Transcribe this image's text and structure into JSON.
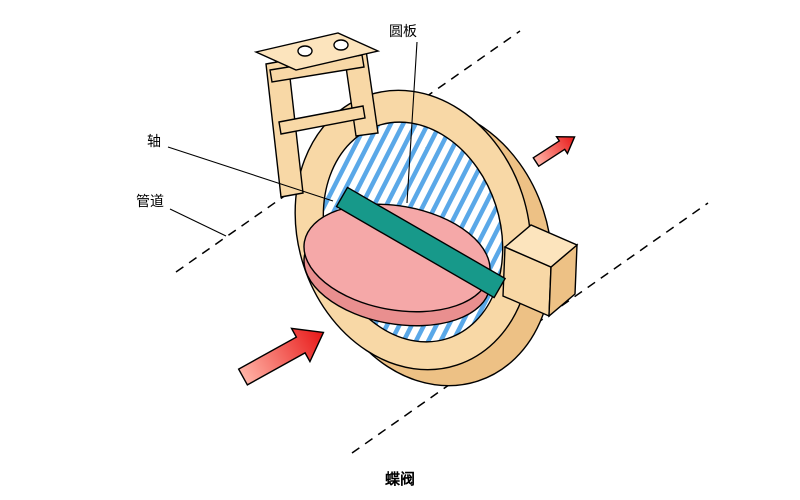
{
  "diagram": {
    "caption": "蝶阀",
    "labels": {
      "disc": "圆板",
      "shaft": "轴",
      "pipe": "管道"
    },
    "colors": {
      "body": "#f8d8a6",
      "body_shade": "#edc185",
      "body_light": "#fce4bd",
      "disc": "#f5a8a8",
      "disc_shade": "#e98f8f",
      "shaft_bar": "#17998a",
      "hatch": "#5aa8e8",
      "arrow_head": "#e81717",
      "arrow_tail": "#ffb3a6",
      "outline": "#000000"
    }
  }
}
